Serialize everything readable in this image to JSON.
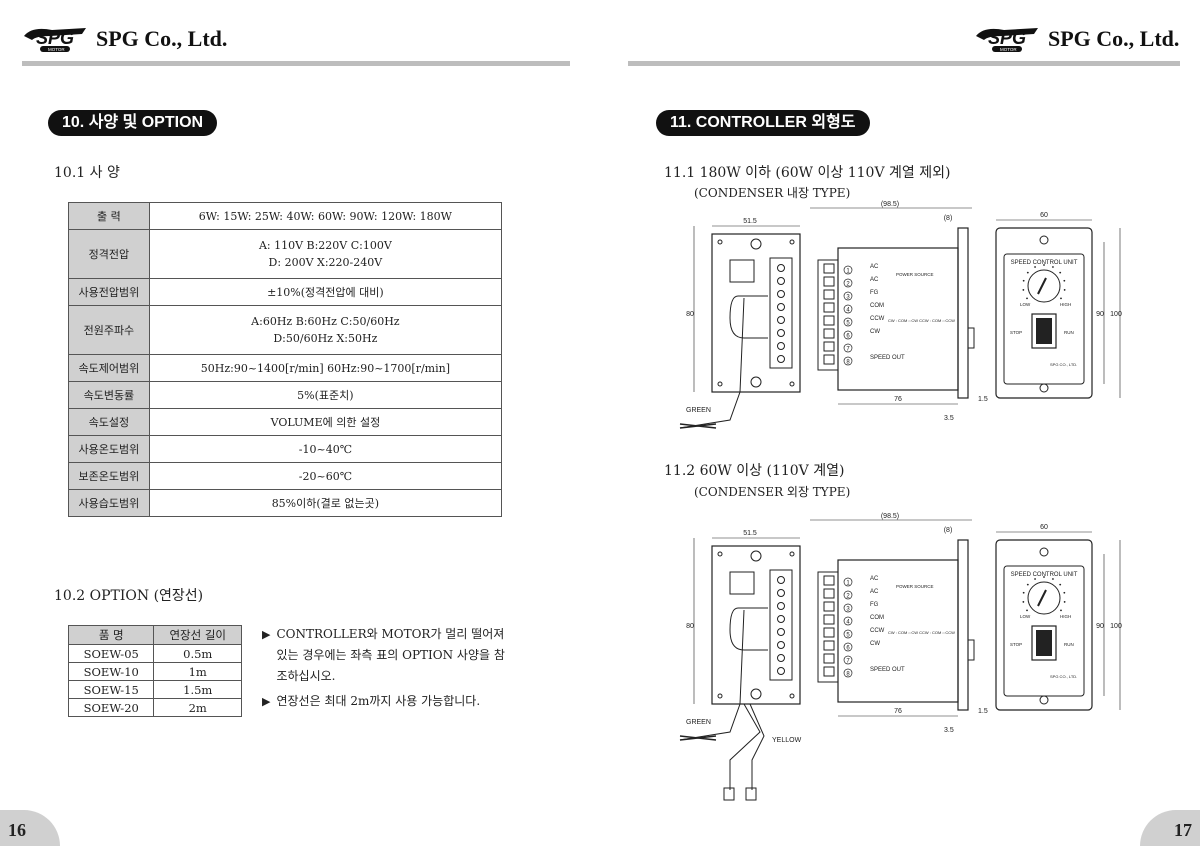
{
  "brand": {
    "name": "SPG Co., Ltd.",
    "logo_text": "SPG",
    "logo_sub": "MOTOR"
  },
  "left": {
    "section_title": "10. 사양 및 OPTION",
    "spec_heading": "10.1 사 양",
    "spec_rows": [
      {
        "label": "출 력",
        "lines": [
          "6W: 15W: 25W: 40W: 60W: 90W: 120W: 180W"
        ]
      },
      {
        "label": "정격전압",
        "lines": [
          "A: 110V  B:220V  C:100V",
          "D: 200V  X:220-240V"
        ]
      },
      {
        "label": "사용전압범위",
        "lines": [
          "±10%(정격전압에 대비)"
        ]
      },
      {
        "label": "전원주파수",
        "lines": [
          "A:60Hz   B:60Hz   C:50/60Hz",
          "D:50/60Hz   X:50Hz"
        ]
      },
      {
        "label": "속도제어범위",
        "lines": [
          "50Hz:90~1400[r/min]   60Hz:90~1700[r/min]"
        ]
      },
      {
        "label": "속도변동률",
        "lines": [
          "5%(표준치)"
        ]
      },
      {
        "label": "속도설정",
        "lines": [
          "VOLUME에 의한 설정"
        ]
      },
      {
        "label": "사용온도범위",
        "lines": [
          "-10~40℃"
        ]
      },
      {
        "label": "보존온도범위",
        "lines": [
          "-20~60℃"
        ]
      },
      {
        "label": "사용습도범위",
        "lines": [
          "85%이하(결로 없는곳)"
        ]
      }
    ],
    "option_heading": "10.2 OPTION (연장선)",
    "option_headers": [
      "품 명",
      "연장선 길이"
    ],
    "option_rows": [
      [
        "SOEW-05",
        "0.5m"
      ],
      [
        "SOEW-10",
        "1m"
      ],
      [
        "SOEW-15",
        "1.5m"
      ],
      [
        "SOEW-20",
        "2m"
      ]
    ],
    "notes": [
      "CONTROLLER와 MOTOR가 멀리 떨어져 있는 경우에는 좌측 표의 OPTION 사양을 참조하십시오.",
      "연장선은 최대 2m까지 사용 가능합니다."
    ],
    "page_number": "16"
  },
  "right": {
    "section_title": "11. CONTROLLER 외형도",
    "drawings": [
      {
        "heading": "11.1 180W 이하 (60W 이상 110V 계열 제외)",
        "sub": "(CONDENSER 내장 TYPE)",
        "yellow": ""
      },
      {
        "heading": "11.2 60W 이상 (110V 계열)",
        "sub": "(CONDENSER 외장 TYPE)",
        "yellow": "YELLOW"
      }
    ],
    "dims": {
      "w1": "51.5",
      "total": "(98.5)",
      "d8": "(8)",
      "w60": "60",
      "h80": "80",
      "h90": "90",
      "h100": "100",
      "d76": "76",
      "d15": "1.5",
      "d35": "3.5"
    },
    "terminals": [
      "AC",
      "AC",
      "FG",
      "COM",
      "CCW",
      "CW",
      "",
      "SPEED OUT"
    ],
    "terminal_nums": [
      "1",
      "2",
      "3",
      "4",
      "5",
      "6",
      "7",
      "8"
    ],
    "power_note": "POWER SOURCE",
    "ccw_note": "CW : COM⇔CW  CCW : COM⇔CCW",
    "panel": {
      "title": "SPEED CONTROL UNIT",
      "low": "LOW",
      "high": "HIGH",
      "stop": "STOP",
      "run": "RUN",
      "maker": "SPG CO., LTD."
    },
    "green": "GREEN",
    "page_number": "17"
  }
}
